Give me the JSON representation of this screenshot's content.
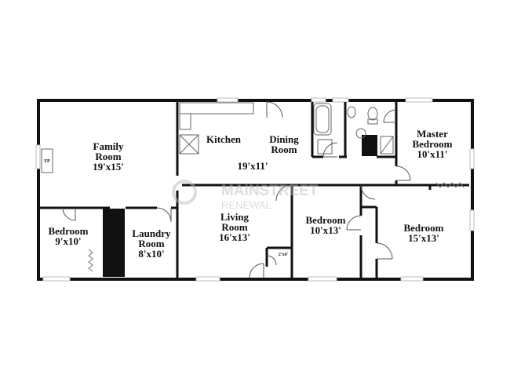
{
  "rooms": {
    "family": {
      "name_1": "Family",
      "name_2": "Room",
      "size": "19'x15'"
    },
    "fp": "FP",
    "kitchen": {
      "name": "Kitchen"
    },
    "dining": {
      "name_1": "Dining",
      "name_2": "Room"
    },
    "kitchen_dining_size": "19'x11'",
    "master": {
      "name_1": "Master",
      "name_2": "Bedroom",
      "size": "10'x11'"
    },
    "bedroom_left": {
      "name": "Bedroom",
      "size": "9'x10'"
    },
    "laundry": {
      "name_1": "Laundry",
      "name_2": "Room",
      "size": "8'x10'"
    },
    "living": {
      "name_1": "Living",
      "name_2": "Room",
      "size": "16'x13'"
    },
    "closet": "2'x4'",
    "bedroom_mid": {
      "name": "Bedroom",
      "size": "10'x13'"
    },
    "bedroom_right": {
      "name": "Bedroom",
      "size": "15'x13'"
    }
  },
  "watermark": {
    "line_1": "MAINSTREET",
    "line_2": "RENEWAL"
  }
}
